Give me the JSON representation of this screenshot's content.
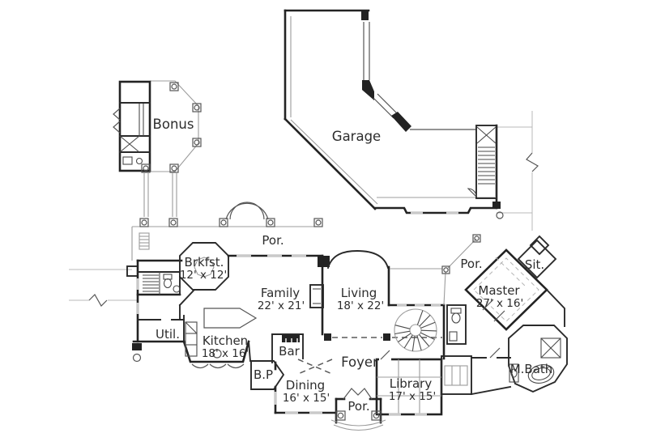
{
  "plan": {
    "type": "house-first-floor-plan",
    "background": "#ffffff",
    "colors": {
      "wall": "#232323",
      "thin_line": "#9c9c9c",
      "window": "#c9c9c9",
      "label": "#2d2d2d"
    },
    "rooms": {
      "bonus": {
        "name": "Bonus"
      },
      "garage": {
        "name": "Garage"
      },
      "porch_top": {
        "name": "Por."
      },
      "brkfst": {
        "name": "Brkfst.",
        "dims": "12' x 12'"
      },
      "family": {
        "name": "Family",
        "dims": "22' x 21'"
      },
      "living": {
        "name": "Living",
        "dims": "18' x 22'"
      },
      "porch_master": {
        "name": "Por."
      },
      "sit": {
        "name": "Sit."
      },
      "master": {
        "name": "Master",
        "dims": "27' x 16'"
      },
      "util": {
        "name": "Util."
      },
      "kitchen": {
        "name": "Kitchen",
        "dims": "18' x 16'"
      },
      "bar": {
        "name": "Bar"
      },
      "butlers_pantry": {
        "name": "B.P"
      },
      "foyer": {
        "name": "Foyer"
      },
      "dining": {
        "name": "Dining",
        "dims": "16' x 15'"
      },
      "porch_entry": {
        "name": "Por."
      },
      "library": {
        "name": "Library",
        "dims": "17' x 15'"
      },
      "master_bath": {
        "name": "M.Bath"
      }
    }
  }
}
